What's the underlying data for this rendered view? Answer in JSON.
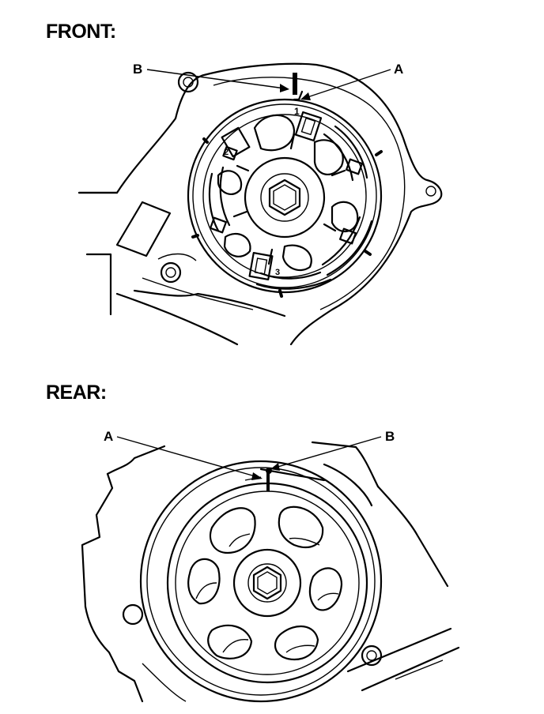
{
  "front": {
    "heading": "FRONT:",
    "callout_a": "A",
    "callout_b": "B",
    "marks": [
      "1",
      "2",
      "3"
    ]
  },
  "rear": {
    "heading": "REAR:",
    "callout_a": "A",
    "callout_b": "B"
  }
}
